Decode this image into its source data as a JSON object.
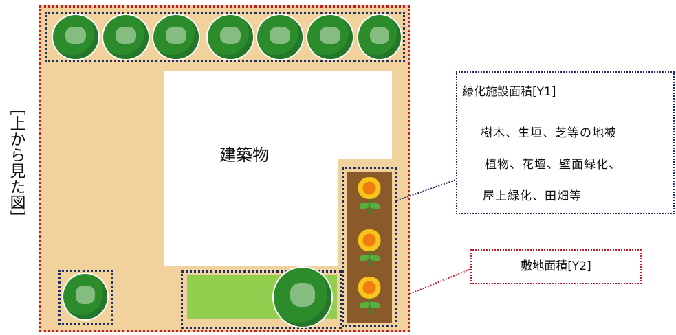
{
  "labels": {
    "building": "建築物",
    "side": "［上から見た図］",
    "green_area": {
      "title": "緑化施設面積[Y1]",
      "lines": [
        "樹木、生垣、芝等の地被",
        "植物、花壇、壁面緑化、",
        "屋上緑化、田畑等"
      ]
    },
    "site_area": "敷地面積[Y2]"
  },
  "colors": {
    "ground": "#f2d29c",
    "tree": "#2c8c2c",
    "lawn": "#92cf4f",
    "flower_bed": "#8b5a2b",
    "site_border": "#c21a2a",
    "green_border": "#1f2f66"
  },
  "icons": [
    "tree-icon",
    "sunflower-icon"
  ]
}
